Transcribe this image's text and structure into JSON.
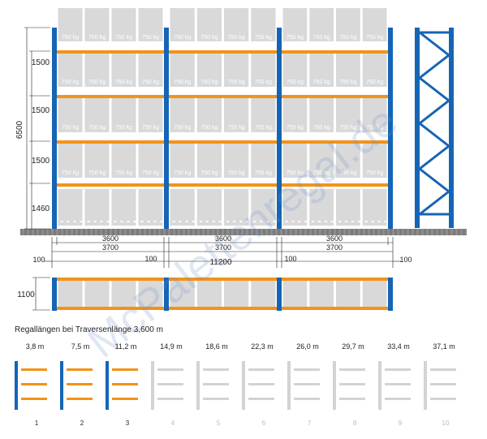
{
  "watermark": "McPalettenregal.de",
  "unit_load_label": "750 kg",
  "dimensions": {
    "total_height": "6500",
    "level_heights": [
      "1500",
      "1500",
      "1500",
      "1460"
    ],
    "beam_length": "3600",
    "bay_length": "3700",
    "total_length": "11200",
    "end_clearance": "100",
    "inner_clearance": "100",
    "depth": "1100"
  },
  "caption": "Regallängen bei Traversenlänge 3,600 m",
  "lengths": [
    {
      "label": "3,8 m",
      "number": "1",
      "active": true
    },
    {
      "label": "7,5 m",
      "number": "2",
      "active": true
    },
    {
      "label": "11,2 m",
      "number": "3",
      "active": true
    },
    {
      "label": "14,9 m",
      "number": "4",
      "active": false
    },
    {
      "label": "18,6 m",
      "number": "5",
      "active": false
    },
    {
      "label": "22,3 m",
      "number": "6",
      "active": false
    },
    {
      "label": "26,0 m",
      "number": "7",
      "active": false
    },
    {
      "label": "29,7 m",
      "number": "8",
      "active": false
    },
    {
      "label": "33,4 m",
      "number": "9",
      "active": false
    },
    {
      "label": "37,1 m",
      "number": "10",
      "active": false
    }
  ],
  "colors": {
    "upright": "#1565b5",
    "beam": "#f39218",
    "pallet": "#d9d9d9",
    "floor": "#8c8c8c",
    "inactive": "#d3d3d3",
    "watermark": "#6d93c7"
  }
}
